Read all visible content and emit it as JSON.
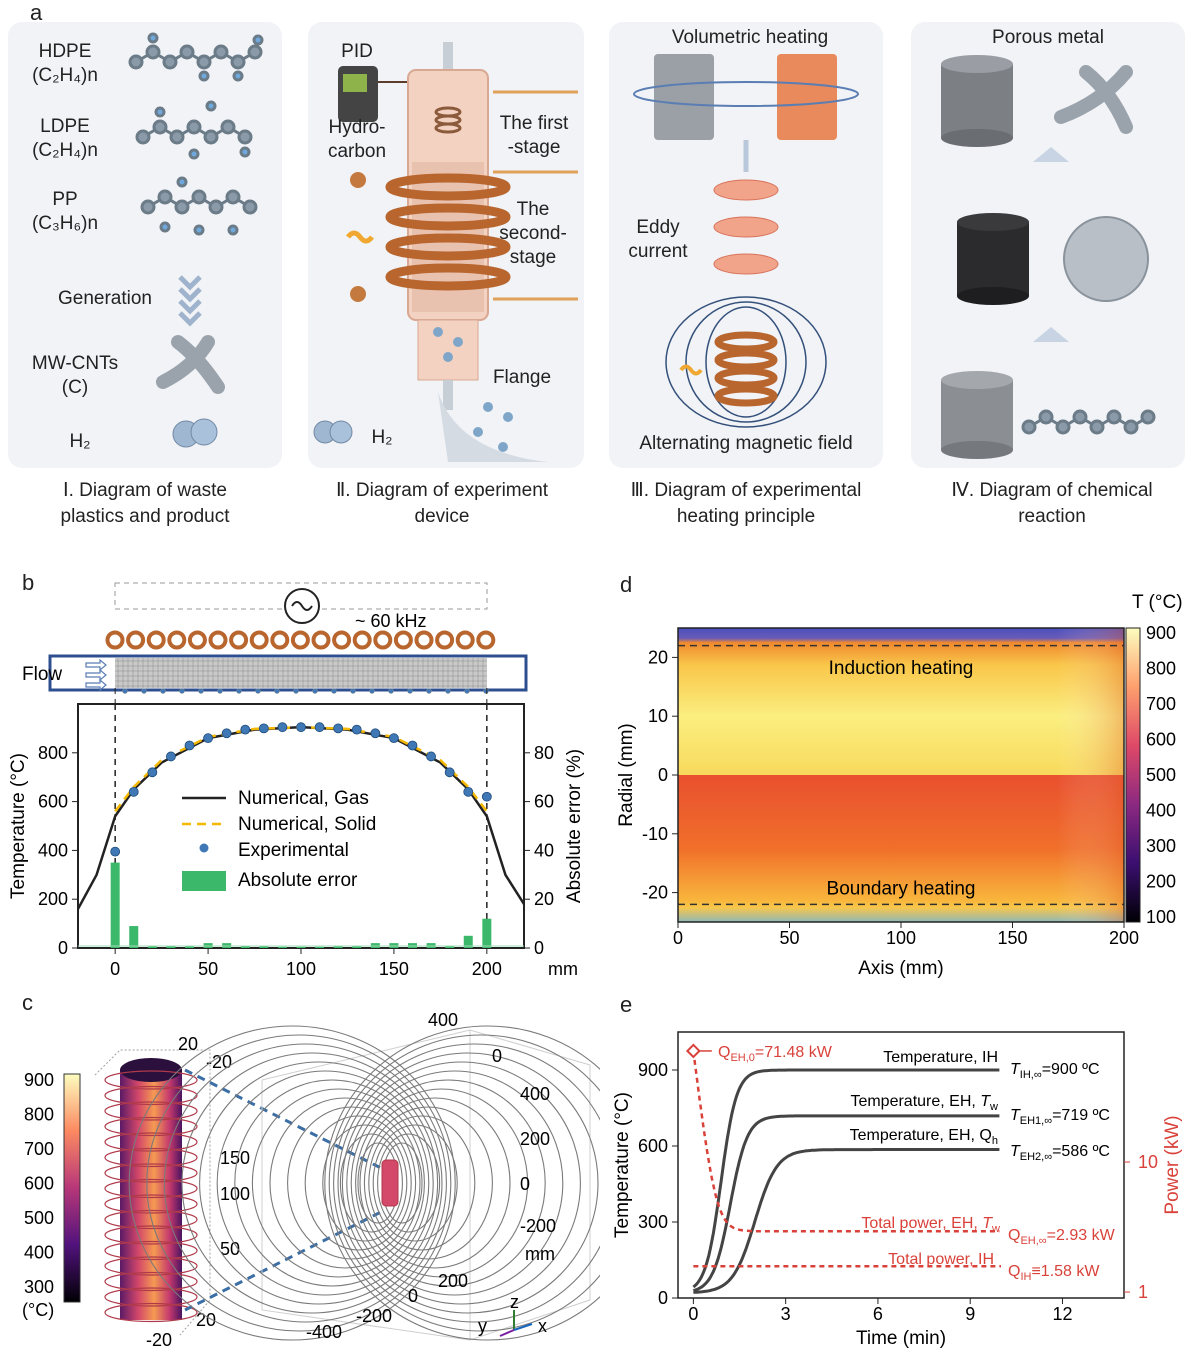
{
  "panel_letters": {
    "a": "a",
    "b": "b",
    "c": "c",
    "d": "d",
    "e": "e"
  },
  "panel_a": {
    "box1": {
      "hdpe": [
        "HDPE",
        "(C₂H₄)n"
      ],
      "ldpe": [
        "LDPE",
        "(C₂H₄)n"
      ],
      "pp": [
        "PP",
        "(C₃H₆)n"
      ],
      "generation": "Generation",
      "mwcnt": [
        "MW-CNTs",
        "(C)"
      ],
      "h2": "H₂"
    },
    "box2": {
      "pid": "PID",
      "hydrocarbon": [
        "Hydro-",
        "carbon"
      ],
      "first_stage": [
        "The first",
        "-stage"
      ],
      "second_stage": [
        "The",
        "second-",
        "stage"
      ],
      "flange": "Flange",
      "h2": "H₂"
    },
    "box3": {
      "volumetric": "Volumetric heating",
      "eddy": [
        "Eddy",
        "current"
      ],
      "amf": "Alternating magnetic field"
    },
    "box4": {
      "porous": "Porous metal"
    },
    "captions": [
      [
        "Ⅰ. Diagram of waste",
        "plastics and product"
      ],
      [
        "Ⅱ. Diagram of experiment",
        "device"
      ],
      [
        "Ⅲ. Diagram of experimental",
        "heating principle"
      ],
      [
        "Ⅳ. Diagram of chemical",
        "reaction"
      ]
    ]
  },
  "panel_b": {
    "freq": "~ 60 kHz",
    "flow": "Flow",
    "legend": [
      "Numerical, Gas",
      "Numerical, Solid",
      "Experimental",
      "Absolute error"
    ],
    "x_unit": "mm",
    "chart_data": {
      "type": "line",
      "xlabel": "mm",
      "ylabel": "Temperature (°C)",
      "y2label": "Absolute error (%)",
      "xlim": [
        -20,
        220
      ],
      "ylim": [
        0,
        1000
      ],
      "y2lim": [
        0,
        100
      ],
      "xticks": [
        0,
        50,
        100,
        150,
        200
      ],
      "yticks": [
        0,
        200,
        400,
        600,
        800
      ],
      "y2ticks": [
        0,
        20,
        40,
        60,
        80
      ],
      "series": [
        {
          "name": "Numerical, Gas",
          "x": [
            -20,
            -10,
            0,
            10,
            25,
            50,
            75,
            100,
            125,
            150,
            175,
            190,
            200,
            210,
            220
          ],
          "y": [
            160,
            300,
            540,
            650,
            760,
            860,
            895,
            905,
            895,
            860,
            760,
            650,
            540,
            300,
            180
          ]
        },
        {
          "name": "Numerical, Solid",
          "x": [
            0,
            10,
            25,
            50,
            75,
            100,
            125,
            150,
            175,
            190,
            200
          ],
          "y": [
            560,
            660,
            770,
            865,
            898,
            905,
            898,
            865,
            770,
            660,
            560
          ]
        },
        {
          "name": "Experimental",
          "x": [
            0,
            10,
            20,
            30,
            40,
            50,
            60,
            70,
            80,
            90,
            100,
            110,
            120,
            130,
            140,
            150,
            160,
            170,
            180,
            190,
            200
          ],
          "y": [
            395,
            640,
            720,
            785,
            830,
            860,
            880,
            895,
            900,
            905,
            905,
            905,
            900,
            895,
            880,
            860,
            830,
            785,
            720,
            640,
            620
          ]
        },
        {
          "name": "Absolute error",
          "x": [
            0,
            10,
            20,
            30,
            40,
            50,
            60,
            70,
            80,
            90,
            100,
            110,
            120,
            130,
            140,
            150,
            160,
            170,
            180,
            190,
            200
          ],
          "y": [
            35,
            9,
            1,
            1,
            1,
            2,
            2,
            1,
            1,
            0.5,
            0.5,
            0.5,
            1,
            1,
            2,
            2,
            2,
            2,
            1,
            5,
            12
          ]
        }
      ]
    }
  },
  "panel_c": {
    "colorbar_ticks": [
      "900",
      "800",
      "700",
      "600",
      "500",
      "400",
      "300"
    ],
    "colorbar_unit": "(°C)",
    "cyl_labels": {
      "top_a": "20",
      "top_b": "-20",
      "bot_a": "-20",
      "bot_b": "20",
      "h150": "150",
      "h100": "100",
      "h50": "50"
    },
    "field_labels": {
      "l400": "400",
      "l0": "0",
      "l400b": "400",
      "l200": "200",
      "l0b": "0",
      "lm200": "-200",
      "mm": "mm",
      "b200": "200",
      "b0": "0",
      "bm200": "-200",
      "bm400": "-400"
    },
    "axes": {
      "z": "z",
      "y": "y",
      "x": "x"
    }
  },
  "panel_d": {
    "chart_data": {
      "type": "heatmap",
      "xlabel": "Axis (mm)",
      "ylabel": "Radial (mm)",
      "xlim": [
        0,
        200
      ],
      "ylim": [
        -25,
        25
      ],
      "xticks": [
        "0",
        "50",
        "100",
        "150",
        "200"
      ],
      "yticks": [
        "20",
        "10",
        "0",
        "-10",
        "-20"
      ],
      "colorbar_label": "T (°C)",
      "colorbar_ticks": [
        "900",
        "800",
        "700",
        "600",
        "500",
        "400",
        "300",
        "200",
        "100"
      ],
      "annotations": [
        "Induction heating",
        "Boundary heating"
      ]
    }
  },
  "panel_e": {
    "chart_data": {
      "type": "line",
      "xlabel": "Time (min)",
      "ylabel": "Temperature (°C)",
      "y2label": "Power (kW)",
      "xlim": [
        -0.5,
        14
      ],
      "ylim": [
        0,
        1050
      ],
      "xticks": [
        "0",
        "3",
        "6",
        "9",
        "12"
      ],
      "yticks": [
        "0",
        "300",
        "600",
        "900"
      ],
      "y2ticks": [
        "1",
        "10"
      ],
      "y2scale": "log",
      "series": [
        {
          "name": "Temperature, IH",
          "final": 900
        },
        {
          "name": "Temperature, EH, Tw",
          "final": 719
        },
        {
          "name": "Temperature, EH, Qh",
          "final": 586
        },
        {
          "name": "Total power, EH, Tw",
          "final_kW": 2.93,
          "initial_kW": 71.48
        },
        {
          "name": "Total power, IH",
          "final_kW": 1.58
        }
      ],
      "labels": {
        "q0": "Q",
        "q0_sub": "EH,0",
        "q0_val": "=71.48 kW",
        "t_ih": "Temperature, IH",
        "t_eh_w": "Temperature, EH, ",
        "t_eh_w_i": "T",
        "t_eh_w_sub": "w",
        "t_eh_h": "Temperature, EH, Q",
        "t_eh_h_sub": "h",
        "v1": "T",
        "v1_sub": "IH,∞",
        "v1_val": "=900 ºC",
        "v2": "T",
        "v2_sub": "EH1,∞",
        "v2_val": "=719 ºC",
        "v3": "T",
        "v3_sub": "EH2,∞",
        "v3_val": "=586 ºC",
        "p_eh": "Total power, EH, ",
        "p_eh_i": "T",
        "p_eh_sub": "w",
        "q_eh": "Q",
        "q_eh_sub": "EH,∞",
        "q_eh_val": "=2.93 kW",
        "p_ih": "Total power, IH",
        "q_ih": "Q",
        "q_ih_sub": "IH",
        "q_ih_val": "≡1.58 kW"
      }
    }
  },
  "colors": {
    "coil": "#b8652e",
    "red_dash": "#d9423a",
    "green": "#3cb86a",
    "blue_pt": "#3f78b5",
    "gas": "#222222",
    "solid": "#f5b800"
  }
}
